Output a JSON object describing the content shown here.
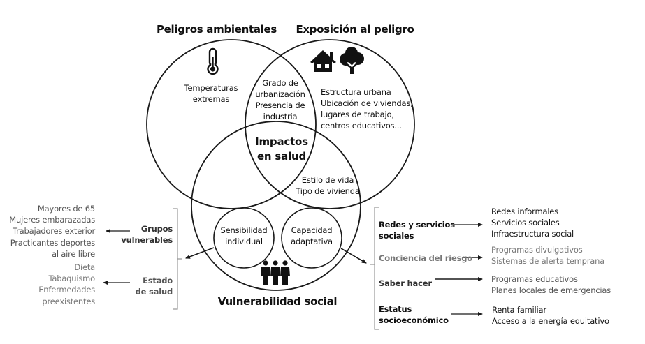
{
  "titles": {
    "hazards": "Peligros ambientales",
    "exposure": "Exposición al peligro",
    "vulnerability": "Vulnerabilidad social"
  },
  "icons": {
    "hazards": "thermometer-icon",
    "exposure": [
      "house-icon",
      "tree-icon"
    ],
    "vulnerability": "people-group-icon"
  },
  "regions": {
    "hazards_only": [
      "Temperaturas",
      "extremas"
    ],
    "hazards_exposure": [
      "Grado de",
      "urbanización",
      "Presencia de",
      "industria"
    ],
    "exposure_only": [
      "Estructura urbana",
      "Ubicación de viviendas,",
      "lugares de trabajo,",
      "centros educativos..."
    ],
    "center": [
      "Impactos",
      "en salud"
    ],
    "exposure_vulnerability": [
      "Estilo de vida",
      "Tipo de vivienda"
    ]
  },
  "inner_circles": {
    "sensitivity": [
      "Sensibilidad",
      "individual"
    ],
    "adaptive": [
      "Capacidad",
      "adaptativa"
    ]
  },
  "left_branch": [
    {
      "label": [
        "Grupos",
        "vulnerables"
      ],
      "items": [
        "Mayores de 65",
        "Mujeres embarazadas",
        "Trabajadores exterior",
        "Practicantes deportes",
        "al aire libre"
      ]
    },
    {
      "label": [
        "Estado",
        "de salud"
      ],
      "items": [
        "Dieta",
        "Tabaquismo",
        "Enfermedades",
        "preexistentes"
      ]
    }
  ],
  "right_branch": [
    {
      "label": [
        "Redes y servicios",
        "sociales"
      ],
      "items": [
        "Redes informales",
        "Servicios sociales",
        "Infraestructura social"
      ]
    },
    {
      "label": [
        "Conciencia del riesgo"
      ],
      "items": [
        "Programas divulgativos",
        "Sistemas de alerta temprana"
      ]
    },
    {
      "label": [
        "Saber hacer"
      ],
      "items": [
        "Programas educativos",
        "Planes locales de emergencias"
      ]
    },
    {
      "label": [
        "Estatus",
        "socioeconómico"
      ],
      "items": [
        "Renta familiar",
        "Acceso a la energía equitativo"
      ]
    }
  ],
  "colors": {
    "line": "#1a1a1a",
    "text_dark": "#111111",
    "text_grey": "#555555",
    "text_light": "#777777",
    "bracket": "#999999"
  }
}
